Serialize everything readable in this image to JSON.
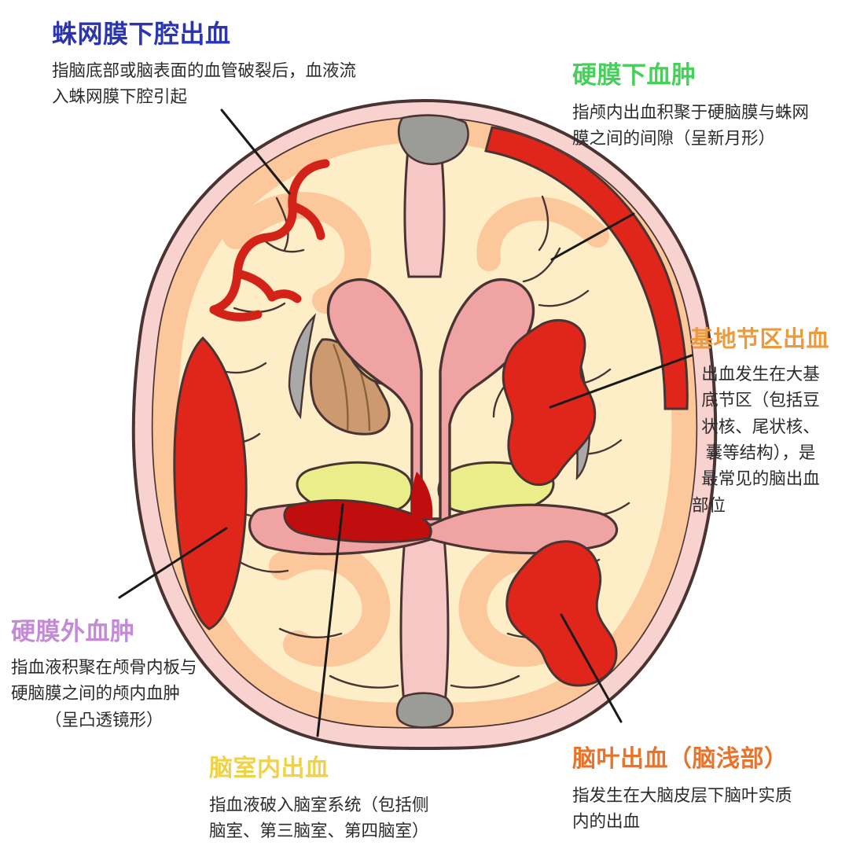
{
  "diagram": {
    "name": "brain-hemorrhage-types-axial-cross-section",
    "palette": {
      "skull": "#f8d2cf",
      "skull_outline": "#4a3433",
      "white_matter": "#fdeec8",
      "cortex": "#fbc79b",
      "midline": "#f6c7c4",
      "ventricle": "#eaee8a",
      "thalamus": "#efa3a3",
      "lentiform": "#cc9a6e",
      "insula_gray": "#a9a9a9",
      "sinus_gray": "#9b9b97",
      "blood_bright": "#e0261a",
      "blood_dark": "#c00d0d",
      "leader_line": "#1a1a1a"
    }
  },
  "labels": {
    "subarachnoid": {
      "title": "蛛网膜下腔出血",
      "color": "#2b35b0",
      "lines": [
        "指脑底部或脑表面的血管破裂后，血液流",
        "入蛛网膜下腔引起"
      ]
    },
    "subdural": {
      "title": "硬膜下血肿",
      "color": "#45d05a",
      "lines": [
        "指颅内出血积聚于硬脑膜与蛛网",
        "膜之间的间隙（呈新月形）"
      ]
    },
    "basal_ganglia": {
      "title": "基地节区出血",
      "color": "#eb9a3c",
      "lines": [
        "出血发生在大基",
        "底节区（包括豆",
        "状核、尾状核、",
        "囊等结构），是",
        "最常见的脑出血",
        "部位"
      ]
    },
    "epidural": {
      "title": "硬膜外血肿",
      "color": "#c48ad8",
      "lines": [
        "指血液积聚在颅骨内板与",
        "硬脑膜之间的颅内血肿",
        "（呈凸透镜形）"
      ]
    },
    "intraventricular": {
      "title": "脑室内出血",
      "color": "#efd24a",
      "lines": [
        "指血液破入脑室系统（包括侧",
        "脑室、第三脑室、第四脑室）"
      ]
    },
    "lobar": {
      "title": "脑叶出血（脑浅部）",
      "color": "#e8732b",
      "lines": [
        "指发生在大脑皮层下脑叶实质",
        "内的出血"
      ]
    }
  },
  "anatomy_parts": [
    "skull-outline",
    "cerebral-white-matter",
    "cerebral-cortex-gyri",
    "interhemispheric-fissure",
    "lateral-ventricles",
    "third-ventricle",
    "thalamus",
    "lentiform-nucleus",
    "insular-gray-sliver",
    "superior-sagittal-sinus",
    "straight-sinus"
  ],
  "hemorrhages": [
    "subarachnoid-vessels",
    "subdural-crescent",
    "epidural-lens",
    "basal-ganglia-blob",
    "lobar-blob",
    "intraventricular-blood"
  ]
}
